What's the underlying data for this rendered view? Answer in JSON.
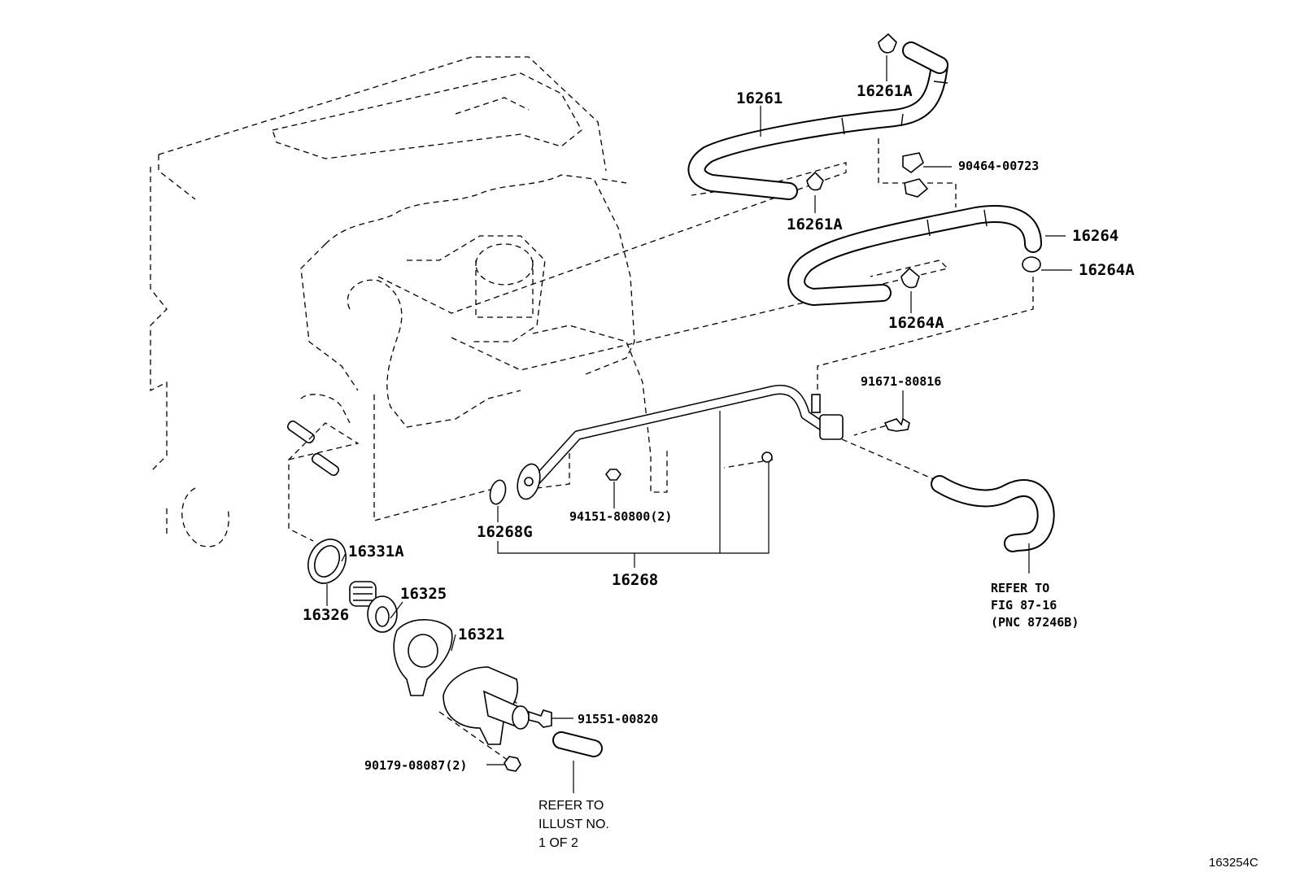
{
  "labels": {
    "p16261": "16261",
    "p16261A_top": "16261A",
    "p16261A_mid": "16261A",
    "p90464": "90464-00723",
    "p16264": "16264",
    "p16264A_right": "16264A",
    "p16264A_lower": "16264A",
    "p91671": "91671-80816",
    "p16268G": "16268G",
    "p94151": "94151-80800(2)",
    "p16268": "16268",
    "p16331A": "16331A",
    "p16326": "16326",
    "p16325": "16325",
    "p16321": "16321",
    "p91551": "91551-00820",
    "p90179": "90179-08087(2)"
  },
  "notes": {
    "right": [
      "REFER TO",
      "FIG 87-16",
      "(PNC 87246B)"
    ],
    "bottom": [
      "REFER TO",
      "ILLUST NO.",
      "1 OF 2"
    ]
  },
  "figure_id": "163254C"
}
